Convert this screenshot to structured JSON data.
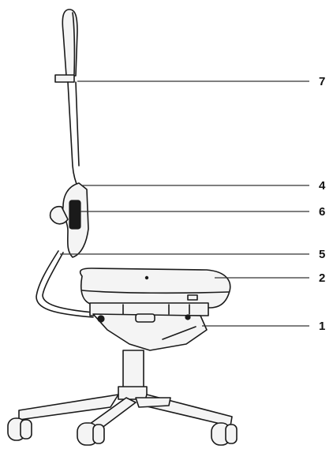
{
  "callouts": [
    {
      "label": "7"
    },
    {
      "label": "4"
    },
    {
      "label": "6"
    },
    {
      "label": "5"
    },
    {
      "label": "2"
    },
    {
      "label": "1"
    }
  ],
  "colors": {
    "line": "#1a1a1a",
    "background": "#ffffff"
  }
}
